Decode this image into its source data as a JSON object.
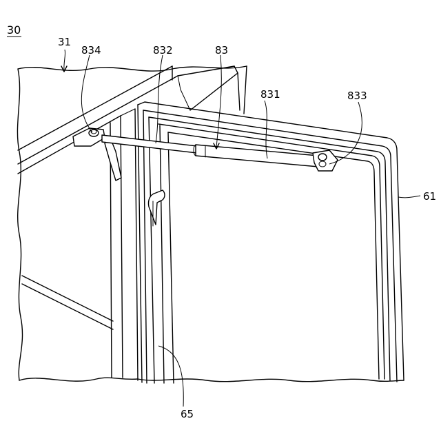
{
  "figure": {
    "number": "30",
    "labels": {
      "l31": "31",
      "l834": "834",
      "l832": "832",
      "l83": "83",
      "l831": "831",
      "l833": "833",
      "l61": "61",
      "l65": "65"
    }
  }
}
